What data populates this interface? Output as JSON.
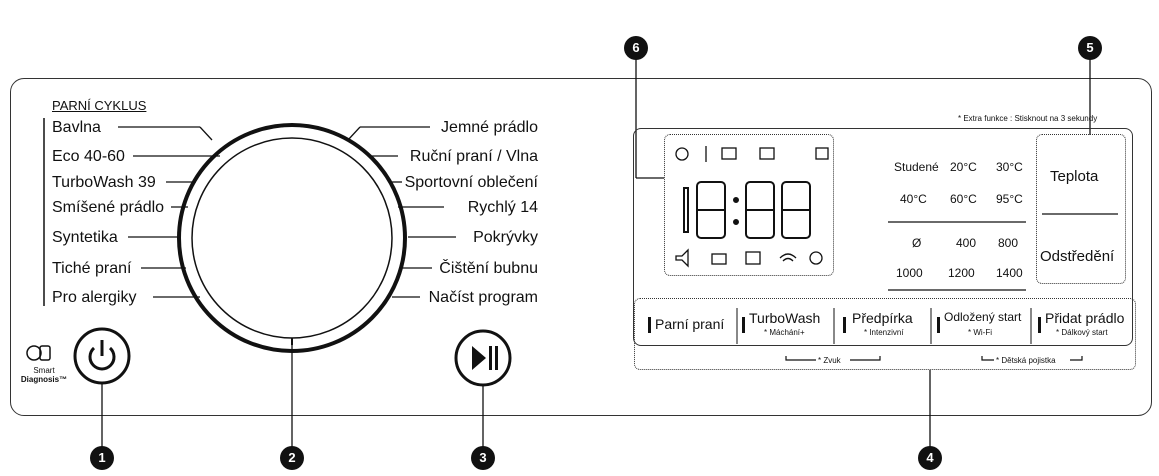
{
  "steam_title": "PARNÍ CYKLUS",
  "programs_left": [
    "Bavlna",
    "Eco 40-60",
    "TurboWash 39",
    "Smíšené prádlo",
    "Syntetika",
    "Tiché praní",
    "Pro alergiky"
  ],
  "programs_right": [
    "Jemné prádlo",
    "Ruční praní / Vlna",
    "Sportovní oblečení",
    "Rychlý 14",
    "Pokrývky",
    "Čištění bubnu",
    "Načíst program"
  ],
  "smart": {
    "line1": "Smart",
    "line2": "Diagnosis™"
  },
  "callouts": [
    "1",
    "2",
    "3",
    "4",
    "5",
    "6"
  ],
  "extra_note": "* Extra funkce : Stisknout na 3 sekundy",
  "display_digits": "18:88",
  "temperature": {
    "options": [
      "Studené",
      "20°C",
      "30°C",
      "40°C",
      "60°C",
      "95°C"
    ],
    "button": "Teplota"
  },
  "spin": {
    "options": [
      "Ø",
      "400",
      "800",
      "1000",
      "1200",
      "1400"
    ],
    "button": "Odstředění"
  },
  "buttons": [
    {
      "label": "Parní praní",
      "sub": ""
    },
    {
      "label": "TurboWash",
      "sub": "* Máchání+"
    },
    {
      "label": "Předpírka",
      "sub": "* Intenzivní"
    },
    {
      "label": "Odložený start",
      "sub": "* Wi-Fi"
    },
    {
      "label": "Přidat prádlo",
      "sub": "* Dálkový start"
    }
  ],
  "combo_notes": {
    "sound": "* Zvuk",
    "child_lock": "* Dětská pojistka"
  }
}
